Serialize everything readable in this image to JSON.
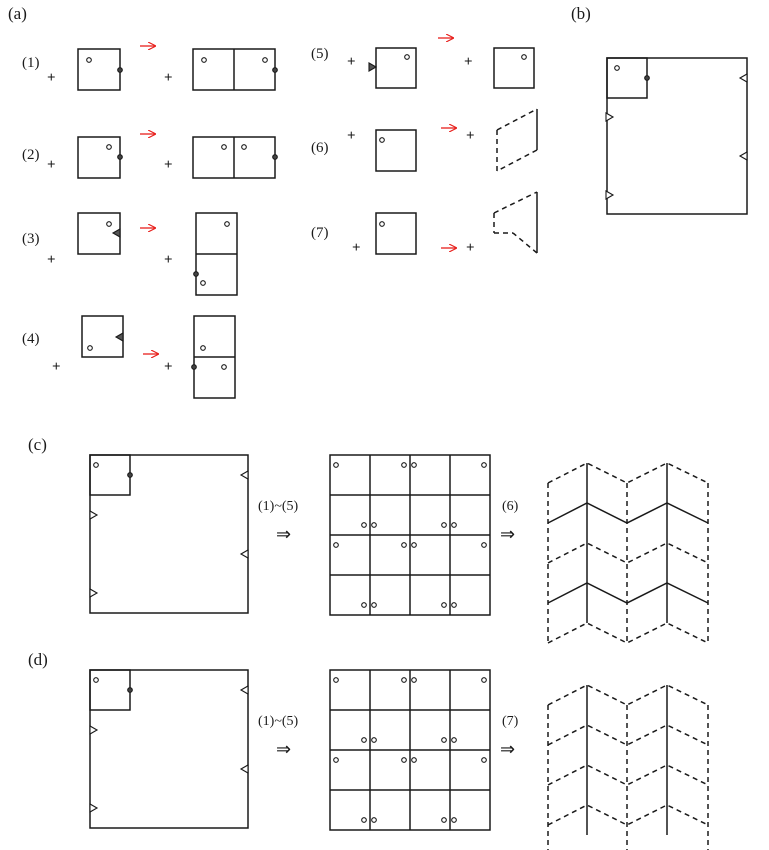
{
  "panels": {
    "a": "(a)",
    "b": "(b)",
    "c": "(c)",
    "d": "(d)"
  },
  "rules": {
    "r1": "(1)",
    "r2": "(2)",
    "r3": "(3)",
    "r4": "(4)",
    "r5": "(5)",
    "r6": "(6)",
    "r7": "(7)"
  },
  "steps": {
    "c_first": "(1)~(5)",
    "c_second": "(6)",
    "d_first": "(1)~(5)",
    "d_second": "(7)"
  },
  "symbols": {
    "arrow": "→",
    "double_arrow": "⇒",
    "plus": "+"
  },
  "colors": {
    "line": "#1a1a1a",
    "accent": "#e8201c"
  }
}
